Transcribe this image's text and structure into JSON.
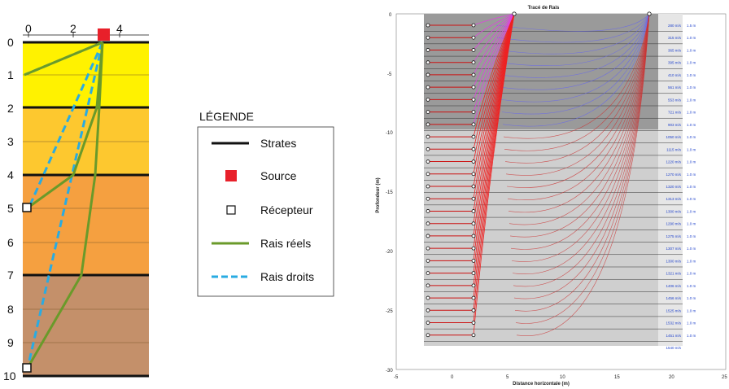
{
  "left_diagram": {
    "x_ticks": [
      "0",
      "2",
      "4"
    ],
    "depth_ticks": [
      "0",
      "1",
      "2",
      "3",
      "4",
      "5",
      "6",
      "7",
      "8",
      "9",
      "10"
    ],
    "layer_colors": [
      "#fff200",
      "#fdc82f",
      "#f5a040",
      "#f08b2e",
      "#c4906a"
    ]
  },
  "legend": {
    "title": "LÉGENDE",
    "items": [
      {
        "label": "Strates",
        "icon": "black-line-icon"
      },
      {
        "label": "Source",
        "icon": "red-square-icon"
      },
      {
        "label": "Récepteur",
        "icon": "white-square-icon"
      },
      {
        "label": "Rais réels",
        "icon": "green-line-icon"
      },
      {
        "label": "Rais droits",
        "icon": "blue-dashed-line-icon"
      }
    ]
  },
  "ray_plot": {
    "title": "Tracé de Rais",
    "xlabel": "Distance horizontale (m)",
    "ylabel": "Profondeur (m)",
    "x_ticks": [
      "-5",
      "0",
      "5",
      "10",
      "15",
      "20",
      "25"
    ],
    "y_ticks": [
      "0",
      "-5",
      "-10",
      "-15",
      "-20",
      "-25",
      "-30"
    ],
    "velocities": [
      "280 m/s",
      "315 m/s",
      "365 m/s",
      "395 m/s",
      "410 m/s",
      "561 m/s",
      "553 m/s",
      "721 m/s",
      "903 m/s",
      "1050 m/s",
      "1115 m/s",
      "1220 m/s",
      "1270 m/s",
      "1320 m/s",
      "1313 m/s",
      "1300 m/s",
      "1290 m/s",
      "1275 m/s",
      "1307 m/s",
      "1300 m/s",
      "1321 m/s",
      "1406 m/s",
      "1456 m/s",
      "1525 m/s",
      "1532 m/s",
      "1451 m/s",
      "1540 m/s"
    ],
    "thicknesses": [
      "1.5 m",
      "1.0 m",
      "1.0 m",
      "1.0 m",
      "1.0 m",
      "1.0 m",
      "1.0 m",
      "1.0 m",
      "1.0 m",
      "1.0 m",
      "1.0 m",
      "1.0 m",
      "1.0 m",
      "1.0 m",
      "1.0 m",
      "1.0 m",
      "1.0 m",
      "1.0 m",
      "1.0 m",
      "1.0 m",
      "1.0 m",
      "1.0 m",
      "1.0 m",
      "1.0 m",
      "1.0 m",
      "1.0 m"
    ]
  }
}
